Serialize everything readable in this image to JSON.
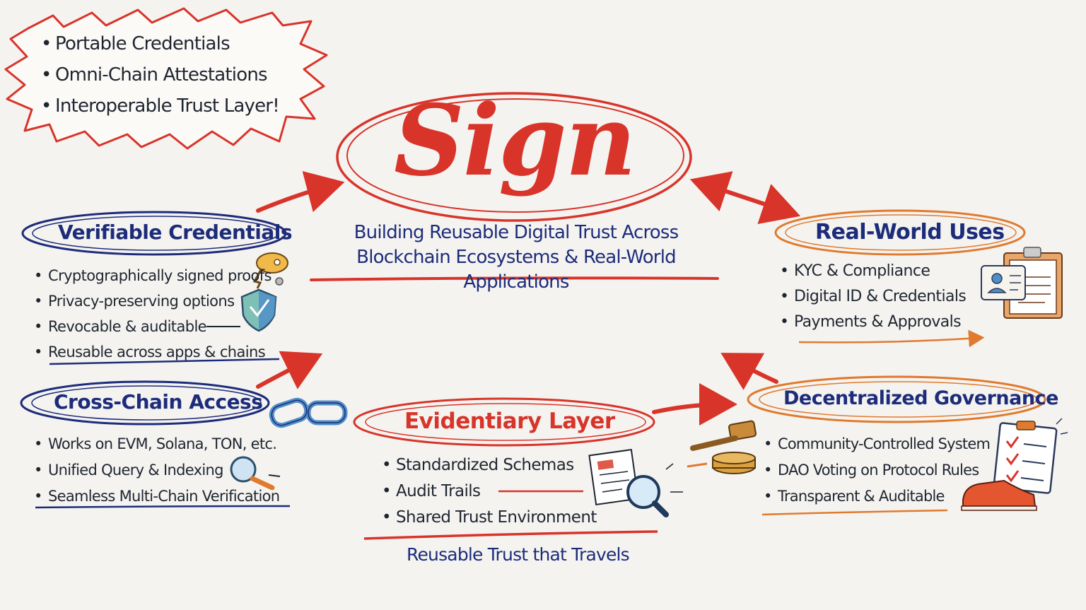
{
  "callout": {
    "items": [
      "Portable Credentials",
      "Omni-Chain Attestations",
      "Interoperable Trust Layer!"
    ]
  },
  "logo": {
    "text": "Sign"
  },
  "tagline": {
    "line1": "Building Reusable Digital Trust Across",
    "line2": "Blockchain Ecosystems & Real-World Applications"
  },
  "verifiable_credentials": {
    "title": "Verifiable Credentials",
    "items": [
      "Cryptographically signed proofs",
      "Privacy-preserving options",
      "Revocable & auditable",
      "Reusable across apps & chains"
    ]
  },
  "cross_chain": {
    "title": "Cross-Chain Access",
    "items": [
      "Works on EVM, Solana, TON, etc.",
      "Unified Query & Indexing",
      "Seamless Multi-Chain Verification"
    ]
  },
  "evidentiary": {
    "title": "Evidentiary Layer",
    "items": [
      "Standardized Schemas",
      "Audit Trails",
      "Shared Trust Environment"
    ],
    "footer": "Reusable Trust that Travels"
  },
  "real_world": {
    "title": "Real-World Uses",
    "items": [
      "KYC & Compliance",
      "Digital ID & Credentials",
      "Payments & Approvals"
    ]
  },
  "governance": {
    "title": "Decentralized Governance",
    "items": [
      "Community-Controlled System",
      "DAO Voting on Protocol Rules",
      "Transparent & Auditable"
    ]
  },
  "colors": {
    "red": "#d8342a",
    "blue": "#1d2c7a",
    "orange": "#e07a2e",
    "background": "#f4f3f0"
  },
  "icons": [
    "key-icon",
    "shield-icon",
    "chain-link-icon",
    "magnifier-icon",
    "document-magnifier-icon",
    "id-card-clipboard-icon",
    "gavel-icon",
    "checklist-clipboard-icon",
    "shoe-icon"
  ]
}
